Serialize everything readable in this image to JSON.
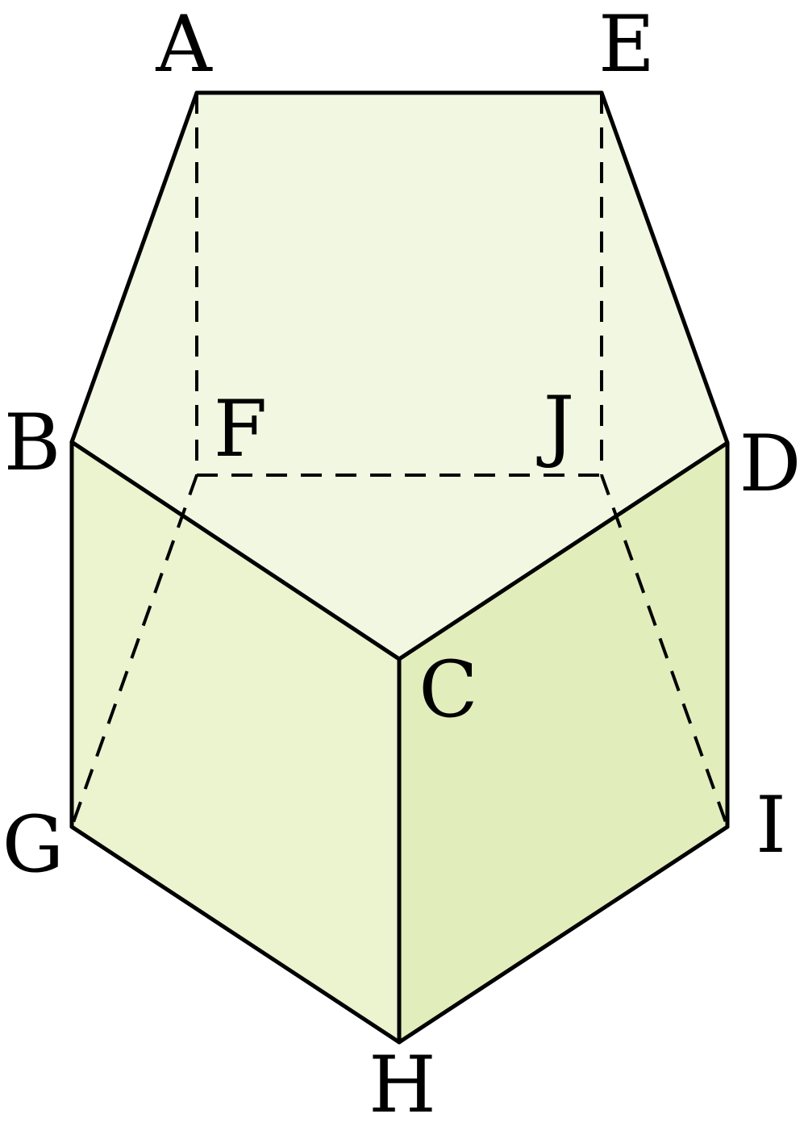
{
  "figure": {
    "type": "pentagonal prism",
    "vertex_labels": {
      "A": "A",
      "B": "B",
      "C": "C",
      "D": "D",
      "E": "E",
      "F": "F",
      "G": "G",
      "H": "H",
      "I": "I",
      "J": "J"
    },
    "faces": [
      {
        "name": "top-face",
        "vertices": [
          "A",
          "E",
          "D",
          "C",
          "B"
        ],
        "color": "#F1F7E1"
      },
      {
        "name": "front-left-face",
        "vertices": [
          "B",
          "C",
          "H",
          "G"
        ],
        "color": "#EBF3CF"
      },
      {
        "name": "front-right-face",
        "vertices": [
          "C",
          "D",
          "I",
          "H"
        ],
        "color": "#E2EDBC"
      }
    ],
    "visible_edges": [
      [
        "A",
        "E"
      ],
      [
        "E",
        "D"
      ],
      [
        "D",
        "C"
      ],
      [
        "C",
        "B"
      ],
      [
        "B",
        "A"
      ],
      [
        "B",
        "G"
      ],
      [
        "C",
        "H"
      ],
      [
        "D",
        "I"
      ],
      [
        "G",
        "H"
      ],
      [
        "H",
        "I"
      ]
    ],
    "hidden_edges": [
      [
        "A",
        "F"
      ],
      [
        "E",
        "J"
      ],
      [
        "F",
        "J"
      ],
      [
        "F",
        "G"
      ],
      [
        "J",
        "I"
      ]
    ],
    "colors": {
      "edge": "#000000",
      "label": "#000000"
    }
  }
}
